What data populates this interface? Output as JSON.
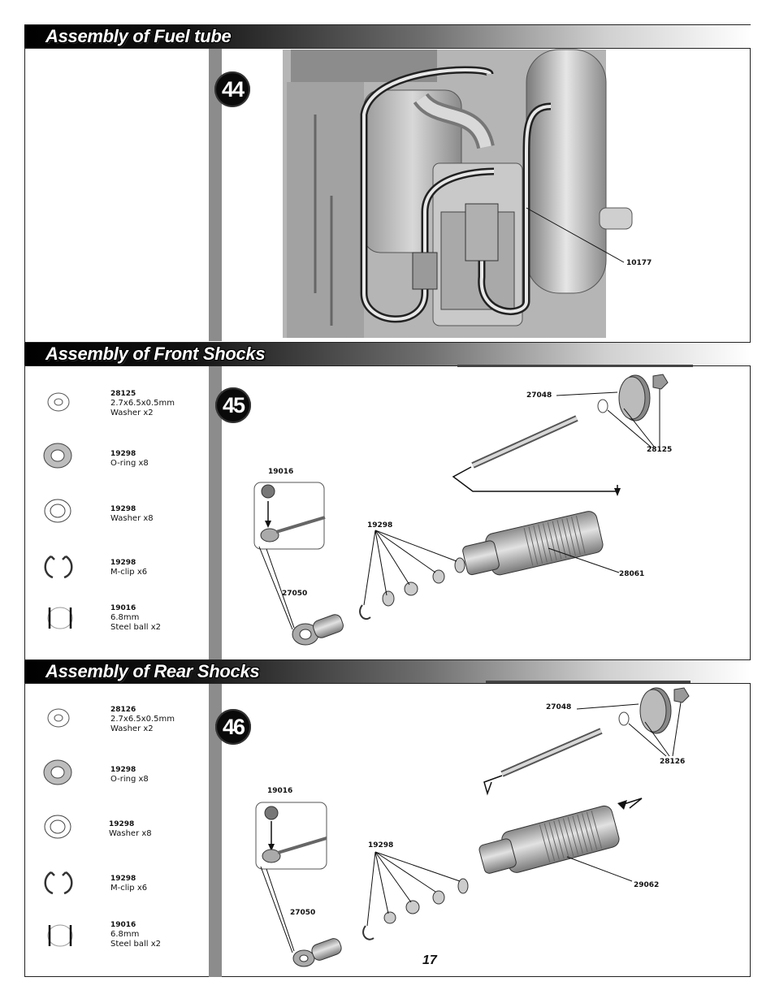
{
  "sections": [
    {
      "title": "Assembly of Fuel tube",
      "step": "44",
      "callouts": [
        {
          "label": "10177"
        }
      ]
    },
    {
      "title": "Assembly of Front Shocks",
      "step": "45",
      "parts": [
        {
          "code": "28125",
          "line1": "2.7x6.5x0.5mm",
          "line2": "Washer x2"
        },
        {
          "code": "19298",
          "line1": "O-ring x8",
          "line2": ""
        },
        {
          "code": "19298",
          "line1": "Washer x8",
          "line2": ""
        },
        {
          "code": "19298",
          "line1": "M-clip x6",
          "line2": ""
        },
        {
          "code": "19016",
          "line1": "6.8mm",
          "line2": "Steel ball x2"
        }
      ],
      "callouts": [
        {
          "label": "27048"
        },
        {
          "label": "28125"
        },
        {
          "label": "19016"
        },
        {
          "label": "19298"
        },
        {
          "label": "28061"
        },
        {
          "label": "27050"
        }
      ]
    },
    {
      "title": "Assembly of Rear Shocks",
      "step": "46",
      "parts": [
        {
          "code": "28126",
          "line1": "2.7x6.5x0.5mm",
          "line2": "Washer x2"
        },
        {
          "code": "19298",
          "line1": "O-ring x8",
          "line2": ""
        },
        {
          "code": "19298",
          "line1": "Washer x8",
          "line2": ""
        },
        {
          "code": "19298",
          "line1": "M-clip x6",
          "line2": ""
        },
        {
          "code": "19016",
          "line1": "6.8mm",
          "line2": "Steel ball x2"
        }
      ],
      "callouts": [
        {
          "label": "27048"
        },
        {
          "label": "28126"
        },
        {
          "label": "19016"
        },
        {
          "label": "19298"
        },
        {
          "label": "29062"
        },
        {
          "label": "27050"
        }
      ]
    }
  ],
  "page_number": "17"
}
